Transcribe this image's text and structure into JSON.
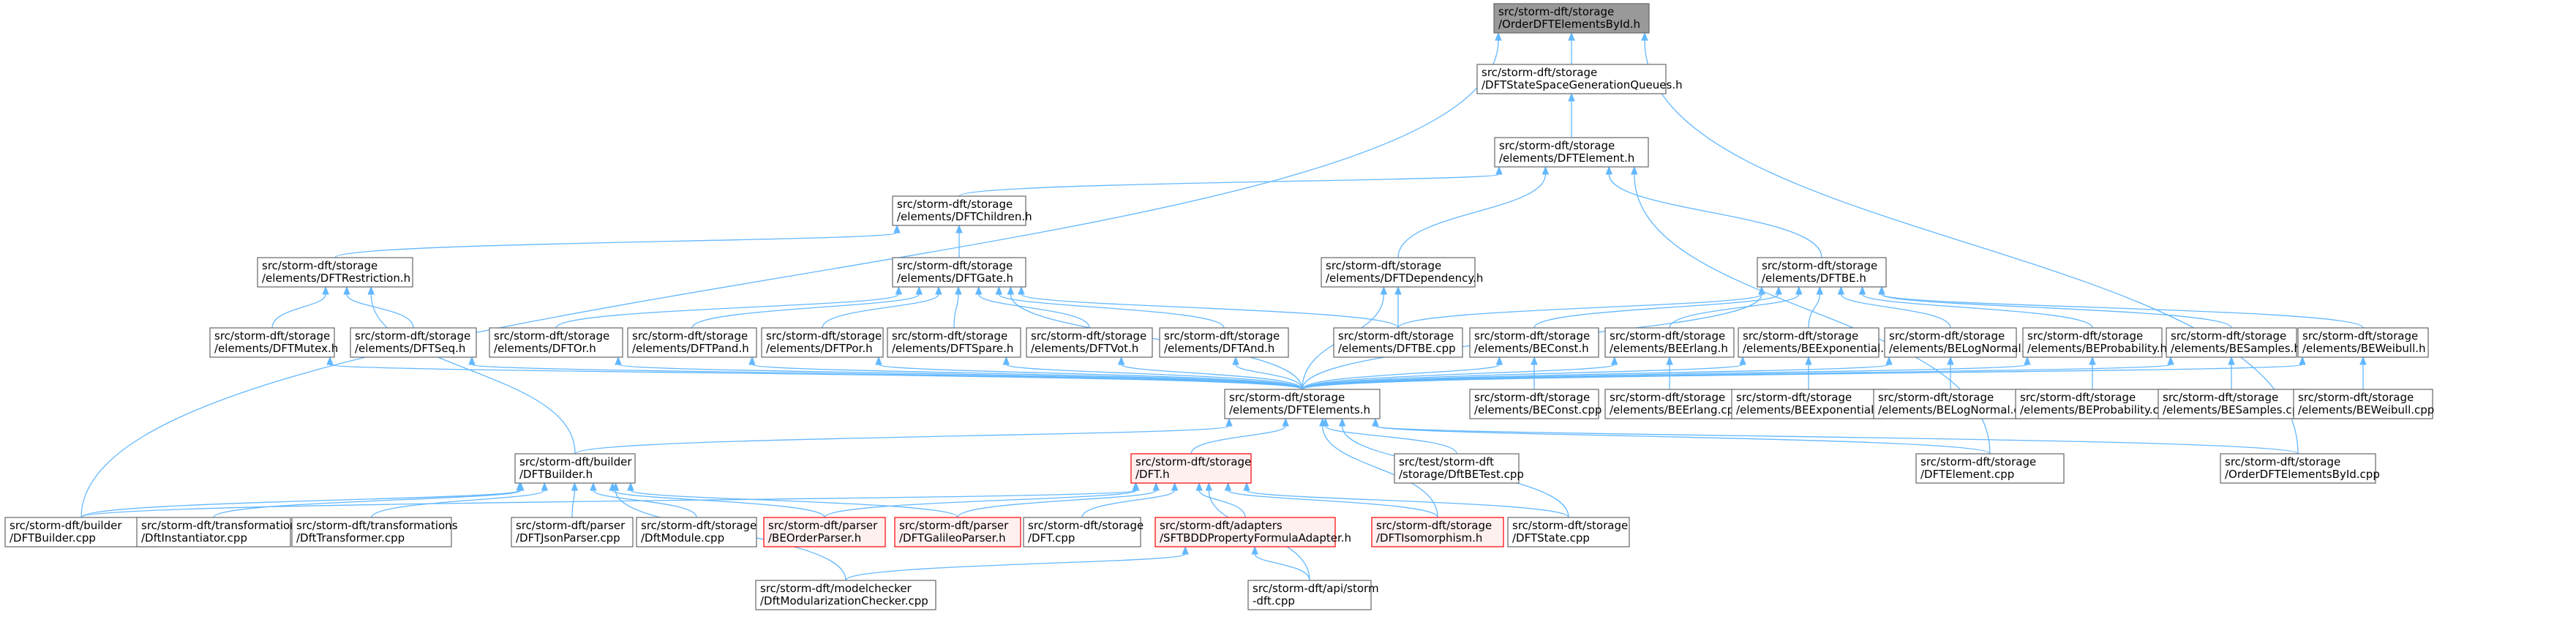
{
  "graph": {
    "nodes": [
      {
        "id": "n0",
        "lines": [
          "src/storm-dft/storage",
          "/OrderDFTElementsById.h"
        ],
        "style": "root"
      },
      {
        "id": "n1",
        "lines": [
          "src/storm-dft/storage",
          "/DFTStateSpaceGenerationQueues.h"
        ]
      },
      {
        "id": "n2",
        "lines": [
          "src/storm-dft/storage",
          "/elements/DFTElement.h"
        ]
      },
      {
        "id": "n3",
        "lines": [
          "src/storm-dft/storage",
          "/elements/DFTChildren.h"
        ]
      },
      {
        "id": "n4",
        "lines": [
          "src/storm-dft/storage",
          "/elements/DFTRestriction.h"
        ]
      },
      {
        "id": "n5",
        "lines": [
          "src/storm-dft/storage",
          "/elements/DFTGate.h"
        ]
      },
      {
        "id": "n6",
        "lines": [
          "src/storm-dft/storage",
          "/elements/DFTDependency.h"
        ]
      },
      {
        "id": "n7",
        "lines": [
          "src/storm-dft/storage",
          "/elements/DFTBE.h"
        ]
      },
      {
        "id": "n8",
        "lines": [
          "src/storm-dft/storage",
          "/elements/DFTMutex.h"
        ]
      },
      {
        "id": "n9",
        "lines": [
          "src/storm-dft/storage",
          "/elements/DFTSeq.h"
        ]
      },
      {
        "id": "n10",
        "lines": [
          "src/storm-dft/storage",
          "/elements/DFTOr.h"
        ]
      },
      {
        "id": "n11",
        "lines": [
          "src/storm-dft/storage",
          "/elements/DFTPand.h"
        ]
      },
      {
        "id": "n12",
        "lines": [
          "src/storm-dft/storage",
          "/elements/DFTPor.h"
        ]
      },
      {
        "id": "n13",
        "lines": [
          "src/storm-dft/storage",
          "/elements/DFTSpare.h"
        ]
      },
      {
        "id": "n14",
        "lines": [
          "src/storm-dft/storage",
          "/elements/DFTVot.h"
        ]
      },
      {
        "id": "n15",
        "lines": [
          "src/storm-dft/storage",
          "/elements/DFTAnd.h"
        ]
      },
      {
        "id": "n16",
        "lines": [
          "src/storm-dft/storage",
          "/elements/DFTBE.cpp"
        ]
      },
      {
        "id": "n17",
        "lines": [
          "src/storm-dft/storage",
          "/elements/BEConst.h"
        ]
      },
      {
        "id": "n18",
        "lines": [
          "src/storm-dft/storage",
          "/elements/BEErlang.h"
        ]
      },
      {
        "id": "n19",
        "lines": [
          "src/storm-dft/storage",
          "/elements/BEExponential.h"
        ]
      },
      {
        "id": "n20",
        "lines": [
          "src/storm-dft/storage",
          "/elements/BELogNormal.h"
        ]
      },
      {
        "id": "n21",
        "lines": [
          "src/storm-dft/storage",
          "/elements/BEProbability.h"
        ]
      },
      {
        "id": "n22",
        "lines": [
          "src/storm-dft/storage",
          "/elements/BESamples.h"
        ]
      },
      {
        "id": "n23",
        "lines": [
          "src/storm-dft/storage",
          "/elements/BEWeibull.h"
        ]
      },
      {
        "id": "n24",
        "lines": [
          "src/storm-dft/storage",
          "/elements/DFTElements.h"
        ]
      },
      {
        "id": "n25",
        "lines": [
          "src/storm-dft/storage",
          "/elements/BEConst.cpp"
        ]
      },
      {
        "id": "n26",
        "lines": [
          "src/storm-dft/storage",
          "/elements/BEErlang.cpp"
        ]
      },
      {
        "id": "n27",
        "lines": [
          "src/storm-dft/storage",
          "/elements/BEExponential.cpp"
        ]
      },
      {
        "id": "n28",
        "lines": [
          "src/storm-dft/storage",
          "/elements/BELogNormal.cpp"
        ]
      },
      {
        "id": "n29",
        "lines": [
          "src/storm-dft/storage",
          "/elements/BEProbability.cpp"
        ]
      },
      {
        "id": "n30",
        "lines": [
          "src/storm-dft/storage",
          "/elements/BESamples.cpp"
        ]
      },
      {
        "id": "n31",
        "lines": [
          "src/storm-dft/storage",
          "/elements/BEWeibull.cpp"
        ]
      },
      {
        "id": "n32",
        "lines": [
          "src/storm-dft/builder",
          "/DFTBuilder.h"
        ]
      },
      {
        "id": "n33",
        "lines": [
          "src/storm-dft/storage",
          "/DFT.h"
        ],
        "style": "red"
      },
      {
        "id": "n34",
        "lines": [
          "src/test/storm-dft",
          "/storage/DftBETest.cpp"
        ]
      },
      {
        "id": "n35",
        "lines": [
          "src/storm-dft/storage",
          "/DFTElement.cpp"
        ]
      },
      {
        "id": "n36",
        "lines": [
          "src/storm-dft/storage",
          "/OrderDFTElementsById.cpp"
        ]
      },
      {
        "id": "n37",
        "lines": [
          "src/storm-dft/builder",
          "/DFTBuilder.cpp"
        ]
      },
      {
        "id": "n38",
        "lines": [
          "src/storm-dft/transformations",
          "/DftInstantiator.cpp"
        ]
      },
      {
        "id": "n39",
        "lines": [
          "src/storm-dft/transformations",
          "/DftTransformer.cpp"
        ]
      },
      {
        "id": "n40",
        "lines": [
          "src/storm-dft/parser",
          "/DFTJsonParser.cpp"
        ]
      },
      {
        "id": "n41",
        "lines": [
          "src/storm-dft/storage",
          "/DftModule.cpp"
        ]
      },
      {
        "id": "n42",
        "lines": [
          "src/storm-dft/parser",
          "/BEOrderParser.h"
        ],
        "style": "red"
      },
      {
        "id": "n43",
        "lines": [
          "src/storm-dft/parser",
          "/DFTGalileoParser.h"
        ],
        "style": "red"
      },
      {
        "id": "n44",
        "lines": [
          "src/storm-dft/storage",
          "/DFT.cpp"
        ]
      },
      {
        "id": "n45",
        "lines": [
          "src/storm-dft/adapters",
          "/SFTBDDPropertyFormulaAdapter.h"
        ],
        "style": "red"
      },
      {
        "id": "n46",
        "lines": [
          "src/storm-dft/storage",
          "/DFTIsomorphism.h"
        ],
        "style": "red"
      },
      {
        "id": "n47",
        "lines": [
          "src/storm-dft/storage",
          "/DFTState.cpp"
        ]
      },
      {
        "id": "n48",
        "lines": [
          "src/storm-dft/modelchecker",
          "/DftModularizationChecker.cpp"
        ]
      },
      {
        "id": "n49",
        "lines": [
          "src/storm-dft/api/storm",
          "-dft.cpp"
        ]
      }
    ],
    "edges": [
      [
        "n0",
        "n1"
      ],
      [
        "n0",
        "n37"
      ],
      [
        "n0",
        "n36"
      ],
      [
        "n1",
        "n2"
      ],
      [
        "n2",
        "n3"
      ],
      [
        "n2",
        "n6"
      ],
      [
        "n2",
        "n7"
      ],
      [
        "n2",
        "n35"
      ],
      [
        "n3",
        "n4"
      ],
      [
        "n3",
        "n5"
      ],
      [
        "n4",
        "n8"
      ],
      [
        "n4",
        "n9"
      ],
      [
        "n4",
        "n32"
      ],
      [
        "n5",
        "n10"
      ],
      [
        "n5",
        "n11"
      ],
      [
        "n5",
        "n12"
      ],
      [
        "n5",
        "n13"
      ],
      [
        "n5",
        "n14"
      ],
      [
        "n5",
        "n15"
      ],
      [
        "n5",
        "n16"
      ],
      [
        "n5",
        "n24"
      ],
      [
        "n6",
        "n16"
      ],
      [
        "n6",
        "n24"
      ],
      [
        "n7",
        "n16"
      ],
      [
        "n7",
        "n17"
      ],
      [
        "n7",
        "n18"
      ],
      [
        "n7",
        "n19"
      ],
      [
        "n7",
        "n20"
      ],
      [
        "n7",
        "n21"
      ],
      [
        "n7",
        "n22"
      ],
      [
        "n7",
        "n23"
      ],
      [
        "n7",
        "n24"
      ],
      [
        "n8",
        "n24"
      ],
      [
        "n9",
        "n24"
      ],
      [
        "n10",
        "n24"
      ],
      [
        "n11",
        "n24"
      ],
      [
        "n12",
        "n24"
      ],
      [
        "n13",
        "n24"
      ],
      [
        "n14",
        "n24"
      ],
      [
        "n15",
        "n24"
      ],
      [
        "n17",
        "n24"
      ],
      [
        "n17",
        "n25"
      ],
      [
        "n18",
        "n24"
      ],
      [
        "n18",
        "n26"
      ],
      [
        "n19",
        "n24"
      ],
      [
        "n19",
        "n27"
      ],
      [
        "n20",
        "n24"
      ],
      [
        "n20",
        "n28"
      ],
      [
        "n21",
        "n24"
      ],
      [
        "n21",
        "n29"
      ],
      [
        "n22",
        "n24"
      ],
      [
        "n22",
        "n30"
      ],
      [
        "n23",
        "n24"
      ],
      [
        "n23",
        "n31"
      ],
      [
        "n24",
        "n32"
      ],
      [
        "n24",
        "n33"
      ],
      [
        "n24",
        "n34"
      ],
      [
        "n24",
        "n35"
      ],
      [
        "n24",
        "n36"
      ],
      [
        "n24",
        "n46"
      ],
      [
        "n24",
        "n47"
      ],
      [
        "n32",
        "n37"
      ],
      [
        "n32",
        "n38"
      ],
      [
        "n32",
        "n39"
      ],
      [
        "n32",
        "n40"
      ],
      [
        "n32",
        "n41"
      ],
      [
        "n32",
        "n42"
      ],
      [
        "n32",
        "n43"
      ],
      [
        "n32",
        "n48"
      ],
      [
        "n33",
        "n37"
      ],
      [
        "n33",
        "n42"
      ],
      [
        "n33",
        "n43"
      ],
      [
        "n33",
        "n44"
      ],
      [
        "n33",
        "n45"
      ],
      [
        "n33",
        "n46"
      ],
      [
        "n33",
        "n47"
      ],
      [
        "n33",
        "n49"
      ],
      [
        "n45",
        "n48"
      ],
      [
        "n45",
        "n49"
      ]
    ]
  }
}
